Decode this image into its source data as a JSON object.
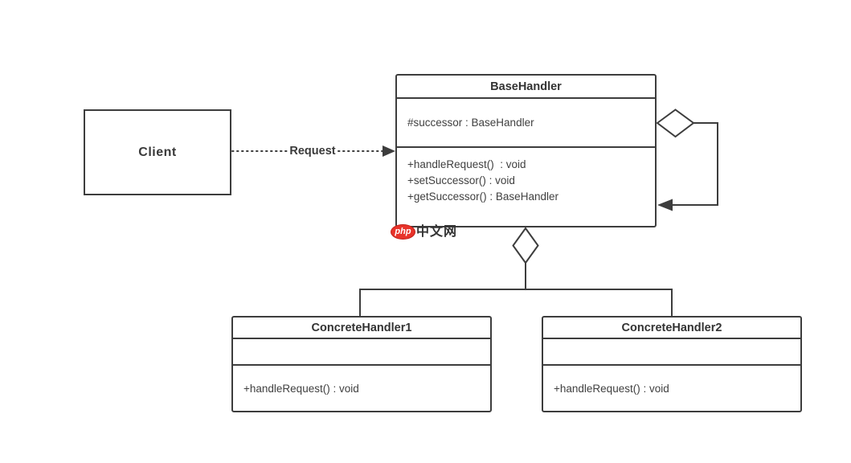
{
  "diagram": {
    "client": {
      "label": "Client"
    },
    "request": {
      "label": "Request"
    },
    "base_handler": {
      "title": "BaseHandler",
      "attributes": [
        "#successor : BaseHandler"
      ],
      "methods": [
        "+handleRequest()  : void",
        "+setSuccessor() : void",
        "+getSuccessor() : BaseHandler"
      ]
    },
    "concrete_handler_1": {
      "title": "ConcreteHandler1",
      "attributes": [],
      "methods": [
        "+handleRequest() : void"
      ]
    },
    "concrete_handler_2": {
      "title": "ConcreteHandler2",
      "attributes": [],
      "methods": [
        "+handleRequest() : void"
      ]
    },
    "watermark": {
      "brand": "php",
      "site": "中文网"
    },
    "colors": {
      "line": "#3d3d3d",
      "text": "#333333",
      "logo_red": "#e8332a",
      "background": "#ffffff"
    }
  }
}
